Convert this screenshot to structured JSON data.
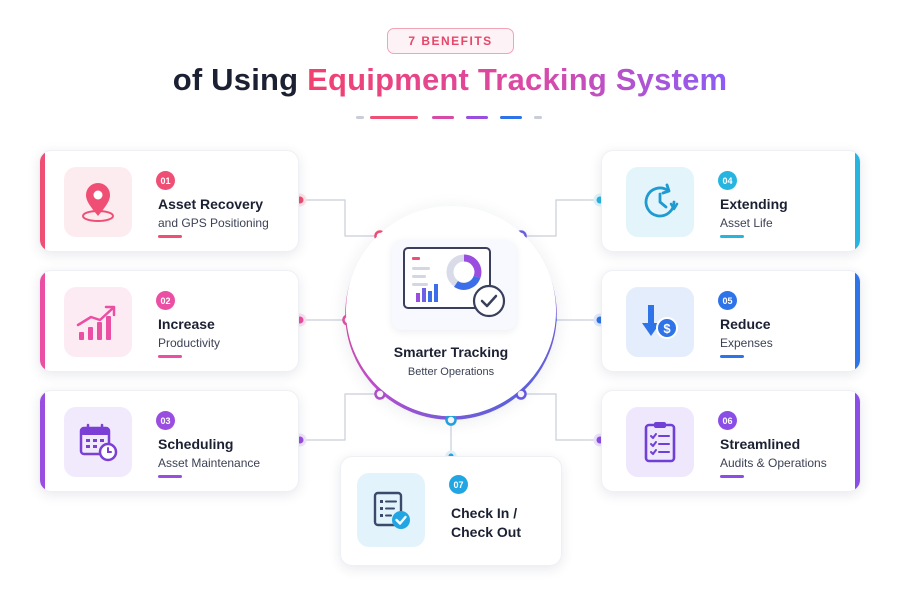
{
  "header": {
    "badge": "7 BENEFITS",
    "title_prefix": "of Using ",
    "title_highlight": "Equipment Tracking System"
  },
  "center": {
    "title": "Smarter Tracking",
    "subtitle": "Better Operations",
    "icon": "dashboard-check-icon"
  },
  "benefits": [
    {
      "number": "01",
      "title": "Asset Recovery",
      "subtitle": "and GPS Positioning",
      "icon": "map-pin-icon",
      "color": "#ef4f74"
    },
    {
      "number": "02",
      "title": "Increase",
      "subtitle": "Productivity",
      "icon": "growth-chart-icon",
      "color": "#ea4fa3"
    },
    {
      "number": "03",
      "title": "Scheduling",
      "subtitle": "Asset Maintenance",
      "icon": "calendar-clock-icon",
      "color": "#9a4ee0"
    },
    {
      "number": "04",
      "title": "Extending",
      "subtitle": "Asset Life",
      "icon": "clock-refresh-icon",
      "color": "#27b5e0"
    },
    {
      "number": "05",
      "title": "Reduce",
      "subtitle": "Expenses",
      "icon": "cost-down-icon",
      "color": "#2e73e8"
    },
    {
      "number": "06",
      "title": "Streamlined",
      "subtitle": "Audits & Operations",
      "icon": "clipboard-checklist-icon",
      "color": "#8a4ee6"
    },
    {
      "number": "07",
      "title": "Check In /",
      "subtitle": "Check Out",
      "icon": "checklist-icon",
      "color": "#22a6e3"
    }
  ]
}
